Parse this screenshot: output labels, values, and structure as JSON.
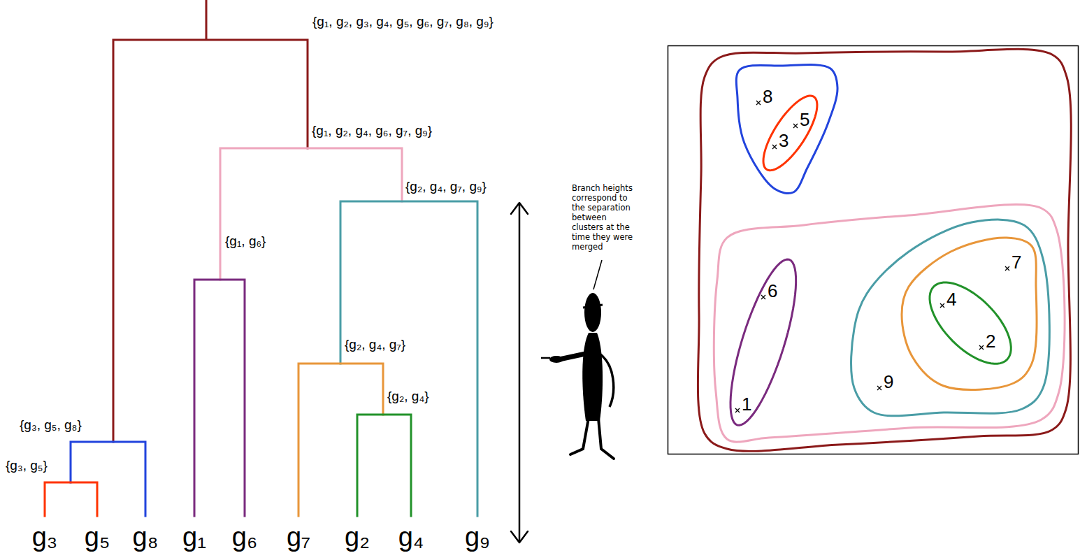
{
  "diagram": {
    "nodes": [
      {
        "text": []
      },
      {
        "text": [
          "8"
        ],
        "in": 0
      },
      {
        "text": [
          "3",
          "5"
        ],
        "in": 1
      },
      {
        "text": [],
        "in": 0
      },
      {
        "text": [
          "6",
          "1"
        ],
        "in": 3
      },
      {
        "text": [
          "9"
        ],
        "in": 3
      },
      {
        "text": [
          "7"
        ],
        "in": 5
      },
      {
        "text": [
          "4",
          "2"
        ],
        "in": 6
      }
    ],
    "labels": [
      "{g₁, g₂, g₃, g₄, g₅, g₆, g₇, g₈, g₉}",
      "{g₁, g₂, g₄, g₆, g₇, g₉}",
      "{g₂, g₄, g₇, g₉}",
      "Branch heights correspond to the separation between clusters at the time they were merged",
      "{g₁, g₆}",
      "{g₂, g₄, g₇}",
      "{g₂, g₄}",
      "{g₃, g₅, g₈}",
      "{g₃, g₅}",
      "g₃",
      "g₅",
      "g₈",
      "g₁",
      "g₆",
      "g₇",
      "g₂",
      "g₄",
      "g₉"
    ]
  }
}
